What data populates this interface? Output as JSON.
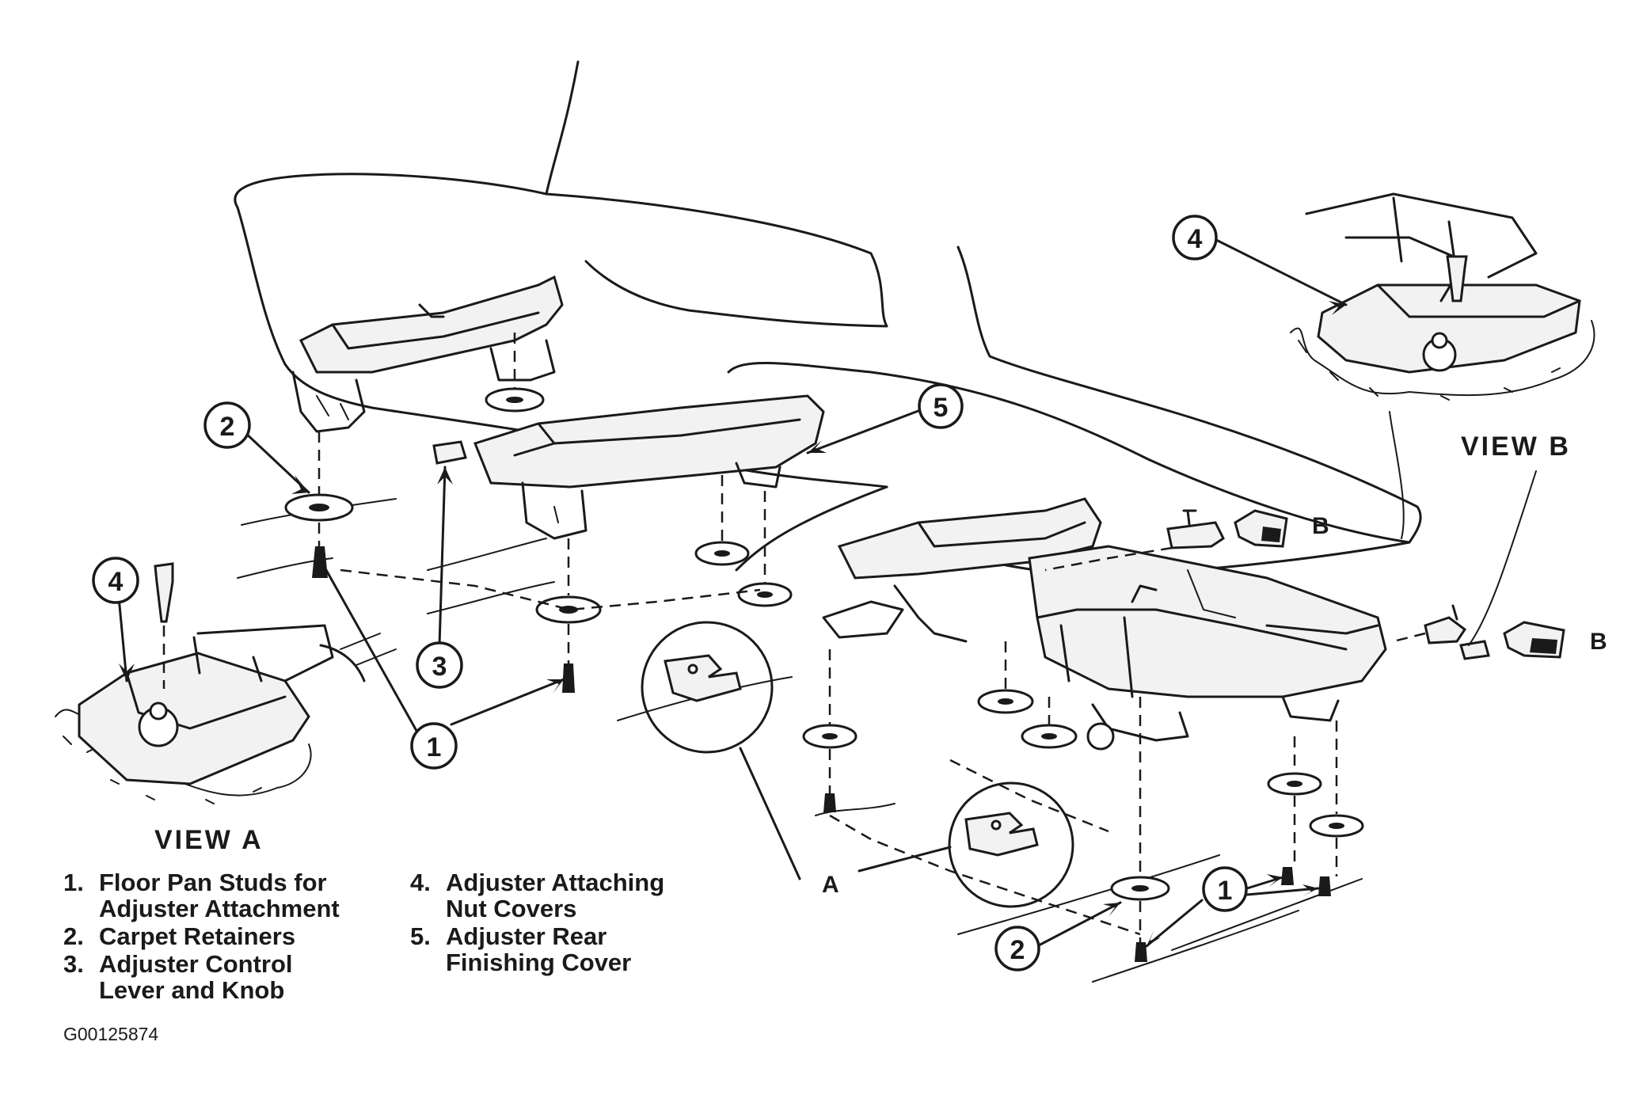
{
  "views": {
    "view_a": "VIEW A",
    "view_b": "VIEW B"
  },
  "callouts": {
    "c1": "1",
    "c2": "2",
    "c3": "3",
    "c4": "4",
    "c5": "5"
  },
  "letters": {
    "a": "A",
    "b": "B"
  },
  "legend": [
    {
      "num": "1.",
      "text": "Floor Pan Studs for\nAdjuster Attachment"
    },
    {
      "num": "2.",
      "text": "Carpet Retainers"
    },
    {
      "num": "3.",
      "text": "Adjuster Control\nLever and Knob"
    },
    {
      "num": "4.",
      "text": "Adjuster Attaching\nNut Covers"
    },
    {
      "num": "5.",
      "text": "Adjuster Rear\nFinishing Cover"
    }
  ],
  "figure_id": "G00125874"
}
